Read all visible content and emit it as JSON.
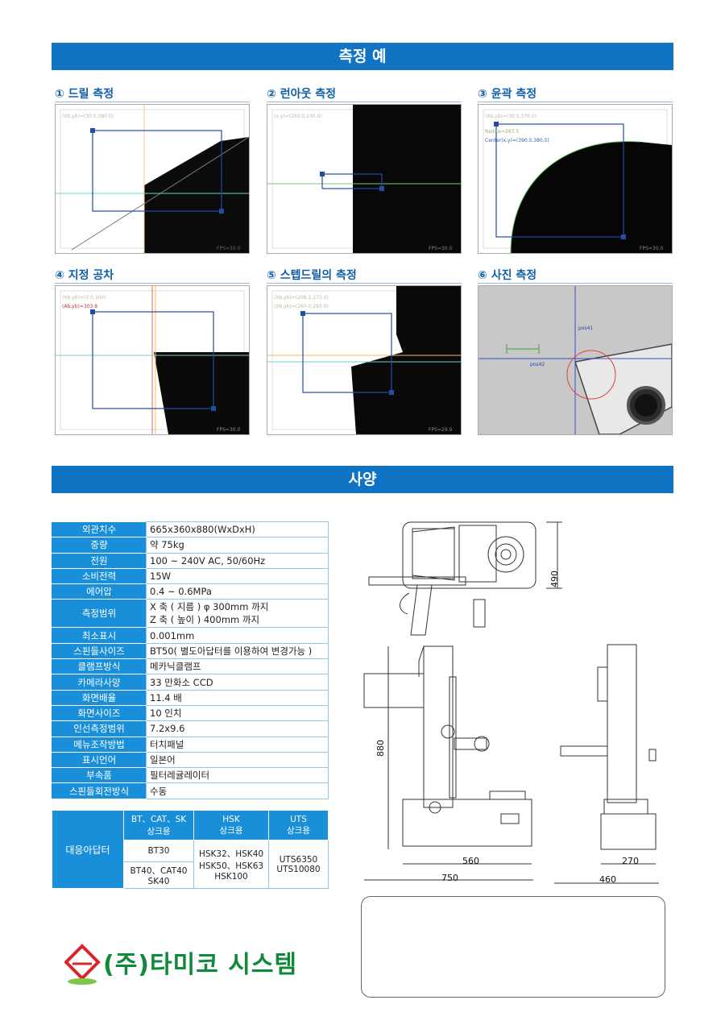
{
  "section1": {
    "title": "측정 예"
  },
  "measurements": [
    {
      "label": "① 드릴 측정",
      "fps": "FPS=30.0"
    },
    {
      "label": "② 런아웃 측정",
      "fps": "FPS=30.0"
    },
    {
      "label": "③ 윤곽 측정",
      "fps": "FPS=30.0"
    },
    {
      "label": "④ 지정 공차",
      "fps": "FPS=30.0"
    },
    {
      "label": "⑤ 스텝드릴의 측정",
      "fps": "FPS=29.9"
    },
    {
      "label": "⑥ 사진 측정",
      "fps": ""
    }
  ],
  "photo_labels": {
    "p1": "pos41",
    "p2": "pos42"
  },
  "section2": {
    "title": "사양"
  },
  "specs": [
    {
      "key": "외관치수",
      "value": "665x360x880(WxDxH)"
    },
    {
      "key": "중량",
      "value": "약 75kg"
    },
    {
      "key": "전원",
      "value": "100 ~ 240V AC, 50/60Hz"
    },
    {
      "key": "소비전력",
      "value": "15W"
    },
    {
      "key": "에어압",
      "value": "0.4 ~ 0.6MPa"
    },
    {
      "key": "측정범위",
      "value": "X 축 ( 지름 ) φ 300mm 까지",
      "value2": "Z 축 ( 높이 ) 400mm 까지"
    },
    {
      "key": "최소표시",
      "value": "0.001mm"
    },
    {
      "key": "스핀들사이즈",
      "value": "BT50( 별도아답터를 이용하여 변경가능 )"
    },
    {
      "key": "클램프방식",
      "value": "메카닉클램프"
    },
    {
      "key": "카메라사양",
      "value": "33 만화소 CCD"
    },
    {
      "key": "화면배율",
      "value": "11.4 배"
    },
    {
      "key": "화면사이즈",
      "value": "10 인치"
    },
    {
      "key": "인선측정범위",
      "value": "7.2x9.6"
    },
    {
      "key": "메뉴조작방법",
      "value": "터치패널"
    },
    {
      "key": "표시언어",
      "value": "일본어"
    },
    {
      "key": "부속품",
      "value": "필터레귤레이터"
    },
    {
      "key": "스핀들회전방식",
      "value": "수동"
    }
  ],
  "adapters": {
    "row_label": "대응아답터",
    "headers": [
      {
        "line1": "BT、CAT、SK",
        "line2": "상크용"
      },
      {
        "line1": "HSK",
        "line2": "상크용"
      },
      {
        "line1": "UTS",
        "line2": "상크용"
      }
    ],
    "bt_top": "BT30",
    "bt_bottom_1": "BT40、CAT40",
    "bt_bottom_2": "SK40",
    "hsk_1": "HSK32、HSK40",
    "hsk_2": "HSK50、HSK63",
    "hsk_3": "HSK100",
    "uts_1": "UTS6350",
    "uts_2": "UTS10080"
  },
  "dimensions": {
    "d490": "490",
    "d880": "880",
    "d560": "560",
    "d750": "750",
    "d270": "270",
    "d460": "460"
  },
  "company": {
    "name": "(주)타미코 시스템"
  },
  "colors": {
    "accent": "#1173c4",
    "table_head": "#1a8fd9",
    "logo_green": "#0f8a3a",
    "logo_red": "#d8262b"
  }
}
